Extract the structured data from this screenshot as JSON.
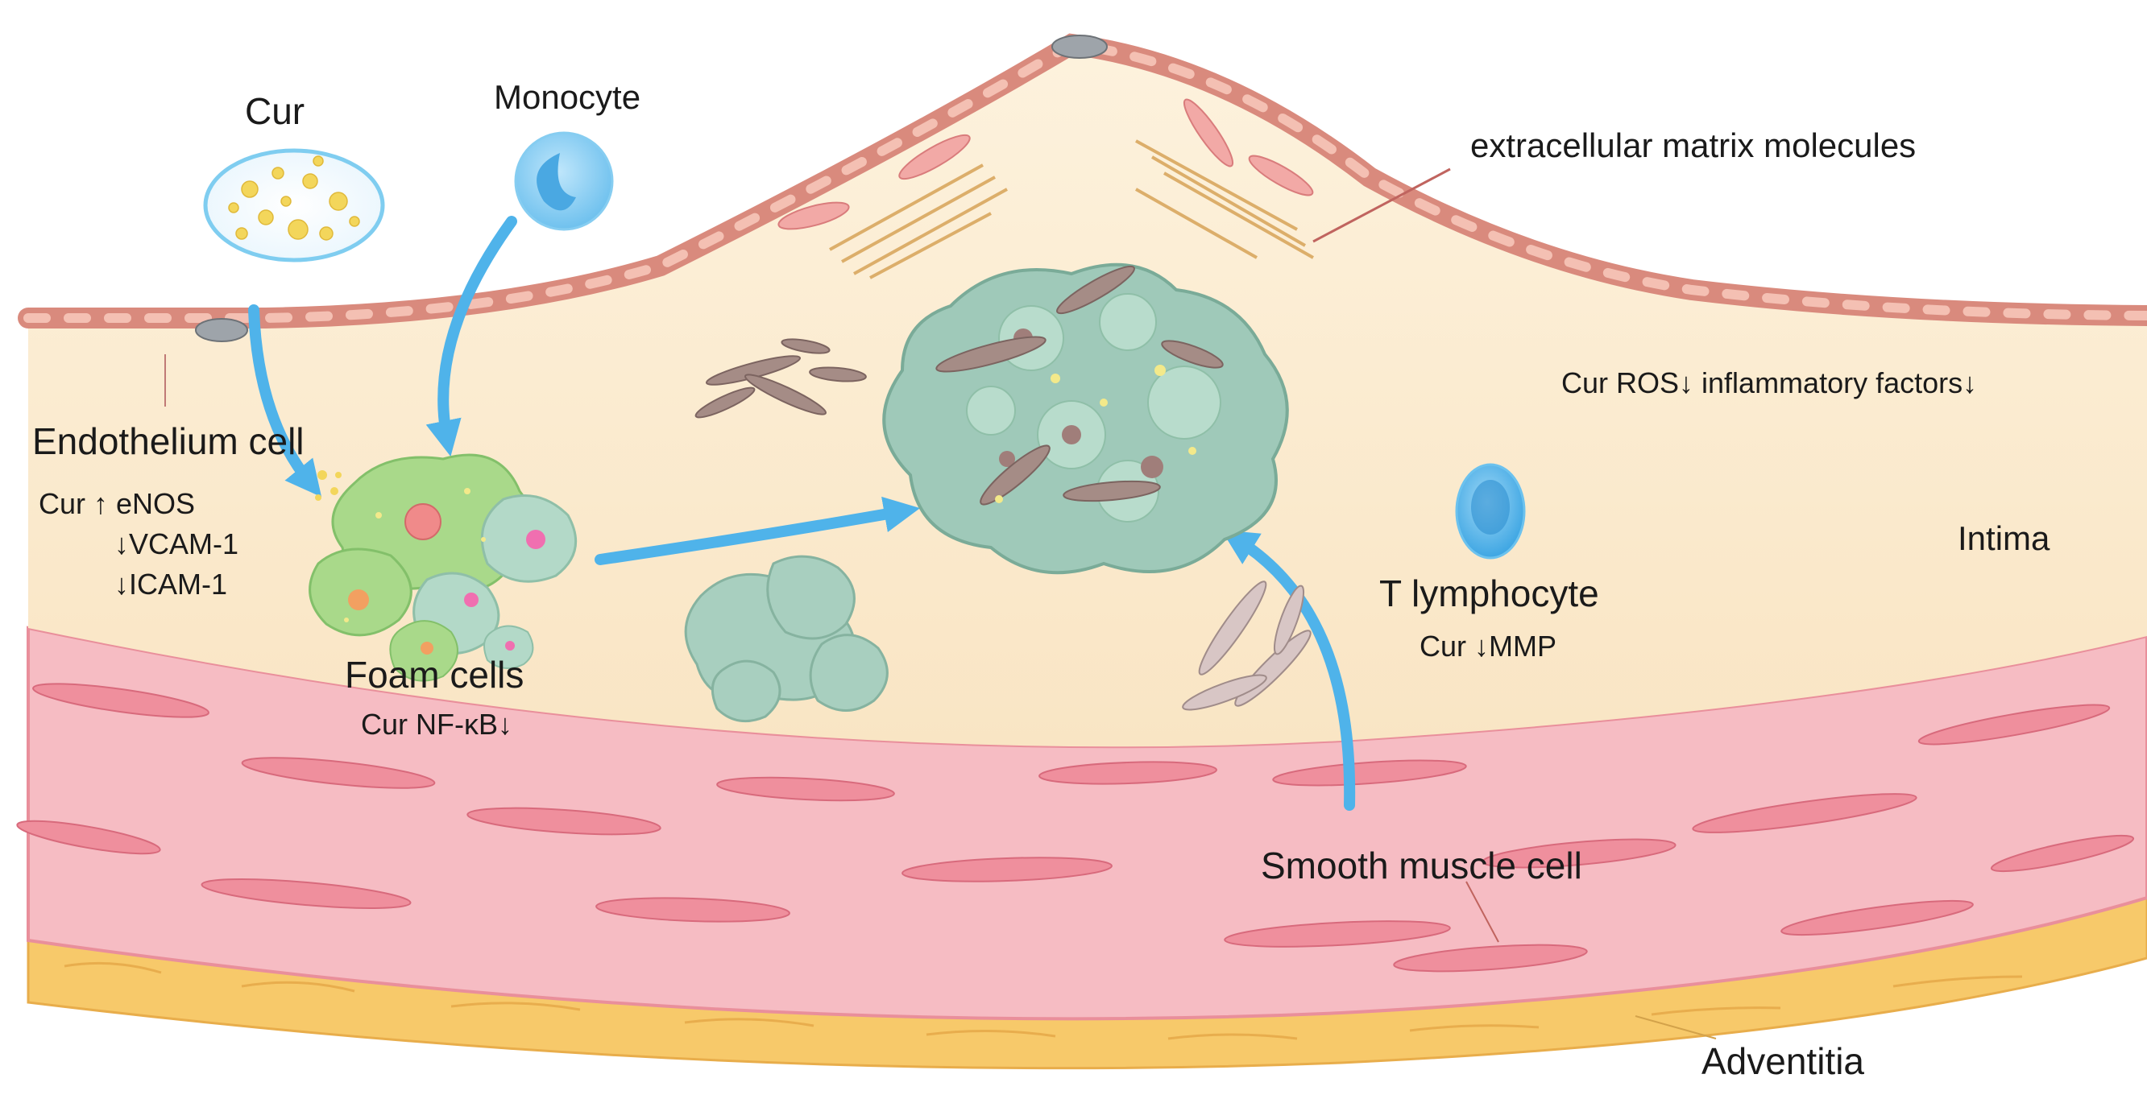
{
  "labels": {
    "cur": "Cur",
    "monocyte": "Monocyte",
    "ecm": "extracellular matrix molecules",
    "endothelium": "Endothelium cell",
    "cur_endo": [
      "Cur ↑ eNOS",
      "↓VCAM-1",
      "↓ICAM-1"
    ],
    "cur_ros": "Cur ROS↓ inflammatory factors↓",
    "intima": "Intima",
    "t_lymphocyte": "T lymphocyte",
    "cur_mmp": "Cur ↓MMP",
    "foam_cells": "Foam cells",
    "cur_nfkb": "Cur NF-κB↓",
    "smooth_muscle": "Smooth muscle cell",
    "adventitia": "Adventitia"
  },
  "colors": {
    "intima_fill": "#fcefd6",
    "media_fill": "#f6bcc3",
    "endothelium": "#d98a7d",
    "adventitia": "#f7c96a",
    "arrow": "#4fb3ea",
    "foam": "#a9d98a",
    "plaque": "#9fc9b9"
  }
}
